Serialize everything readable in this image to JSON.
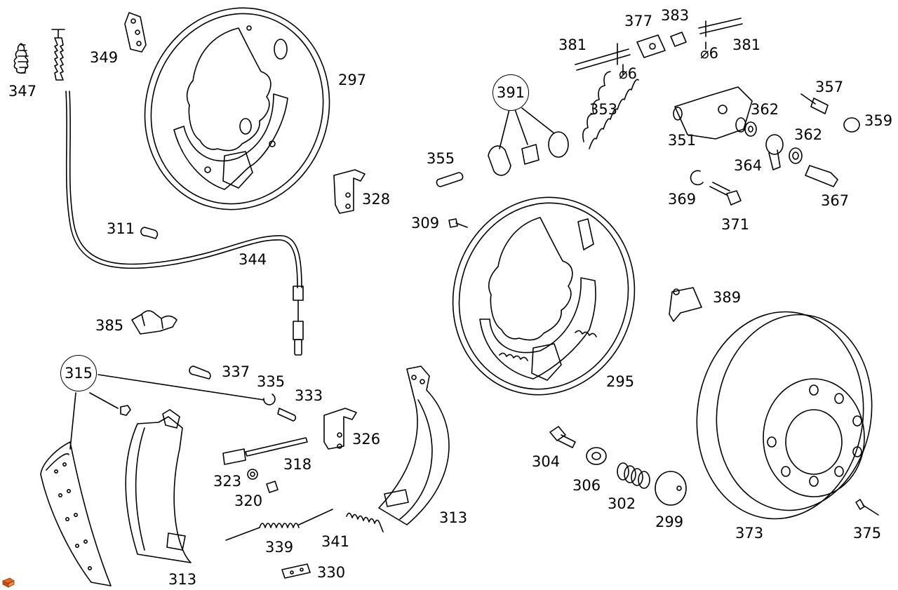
{
  "diagram": {
    "callouts": {
      "c347": "347",
      "c349": "349",
      "c297": "297",
      "c328": "328",
      "c311": "311",
      "c344": "344",
      "c385": "385",
      "c337": "337",
      "c335": "335",
      "c333": "333",
      "c326": "326",
      "c318": "318",
      "c323": "323",
      "c320": "320",
      "c339": "339",
      "c341": "341",
      "c330": "330",
      "c313a": "313",
      "c313b": "313",
      "c355": "355",
      "c309": "309",
      "c295": "295",
      "c353": "353",
      "c351": "351",
      "c362a": "362",
      "c362b": "362",
      "c364": "364",
      "c357": "357",
      "c359": "359",
      "c367": "367",
      "c369": "369",
      "c371": "371",
      "c377": "377",
      "c383": "383",
      "c381a": "381",
      "c381b": "381",
      "c389": "389",
      "c304": "304",
      "c306": "306",
      "c302": "302",
      "c299": "299",
      "c373": "373",
      "c375": "375"
    },
    "group_callouts": {
      "g391": "391",
      "g315": "315"
    },
    "dimensions": {
      "d6a": "⌀6",
      "d6b": "⌀6"
    },
    "colors": {
      "line": "#000000",
      "paper": "#ffffff",
      "logo": "#e8661c"
    },
    "icons": {
      "logo": "brand-logo-icon"
    }
  }
}
